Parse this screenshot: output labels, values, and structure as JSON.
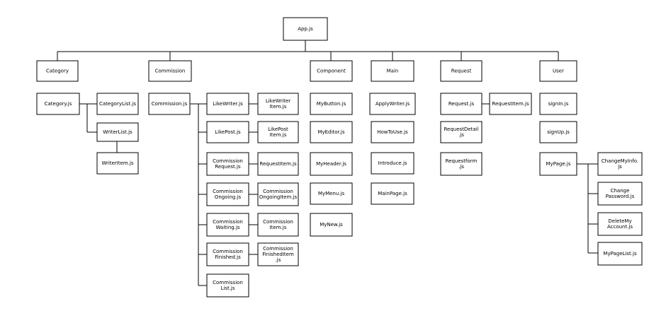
{
  "nodes": {
    "app": {
      "label": "App.js"
    },
    "category": {
      "label": "Category"
    },
    "commission": {
      "label": "Commission"
    },
    "component": {
      "label": "Component"
    },
    "main": {
      "label": "Main"
    },
    "request": {
      "label": "Request"
    },
    "user": {
      "label": "User"
    },
    "category_js": {
      "label": "Category.js"
    },
    "category_list_js": {
      "label": "CategoryList.js"
    },
    "writer_list_js": {
      "label": "WriterList.js"
    },
    "writer_item_js": {
      "label": "WriterItem.js"
    },
    "commission_js": {
      "label": "Commission.js"
    },
    "like_writer_js": {
      "label": "LikeWriter.js"
    },
    "like_writer_item_js": {
      "label": "LikeWriter\nItem.js"
    },
    "like_post_js": {
      "label": "LikePost.js"
    },
    "like_post_item_js": {
      "label": "LikePost\nItem.js"
    },
    "commission_request_js": {
      "label": "Commission\nRequest.js"
    },
    "request_item_js_c": {
      "label": "RequestItem.js"
    },
    "commission_ongoing_js": {
      "label": "Commission\nOngoing.js"
    },
    "commission_ongoing_item_js": {
      "label": "Commission\nOngoingItem.js"
    },
    "commission_waiting_js": {
      "label": "Commission\nWaiting.js"
    },
    "commission_item_js": {
      "label": "Commission\nItem.js"
    },
    "commission_finished_js": {
      "label": "Commission\nFinished.js"
    },
    "commission_finished_item_js": {
      "label": "Commission\nFinishedItem\n.js"
    },
    "commission_list_js": {
      "label": "Commission\nList.js"
    },
    "my_button_js": {
      "label": "MyButton.js"
    },
    "my_editor_js": {
      "label": "MyEditor.js"
    },
    "my_header_js": {
      "label": "MyHeader.js"
    },
    "my_menu_js": {
      "label": "MyMenu.js"
    },
    "my_new_js": {
      "label": "MyNew.js"
    },
    "apply_writer_js": {
      "label": "ApplyWriter.js"
    },
    "how_to_use_js": {
      "label": "HowToUse.js"
    },
    "introduce_js": {
      "label": "Introduce.js"
    },
    "main_page_js": {
      "label": "MainPage.js"
    },
    "request_js": {
      "label": "Request.js"
    },
    "request_item_js_r": {
      "label": "RequestItem.js"
    },
    "request_detail_js": {
      "label": "RequestDetail\n.js"
    },
    "request_form_js": {
      "label": "Requestform\n.js"
    },
    "sign_in_js": {
      "label": "signIn.js"
    },
    "sign_up_js": {
      "label": "signUp.js"
    },
    "my_page_js": {
      "label": "MyPage.js"
    },
    "change_my_info_js": {
      "label": "ChangeMyInfo.\njs"
    },
    "change_password_js": {
      "label": "Change\nPassword.js"
    },
    "delete_my_account_js": {
      "label": "DeleteMy\nAccount.js"
    },
    "my_page_list_js": {
      "label": "MyPageList.js"
    }
  }
}
